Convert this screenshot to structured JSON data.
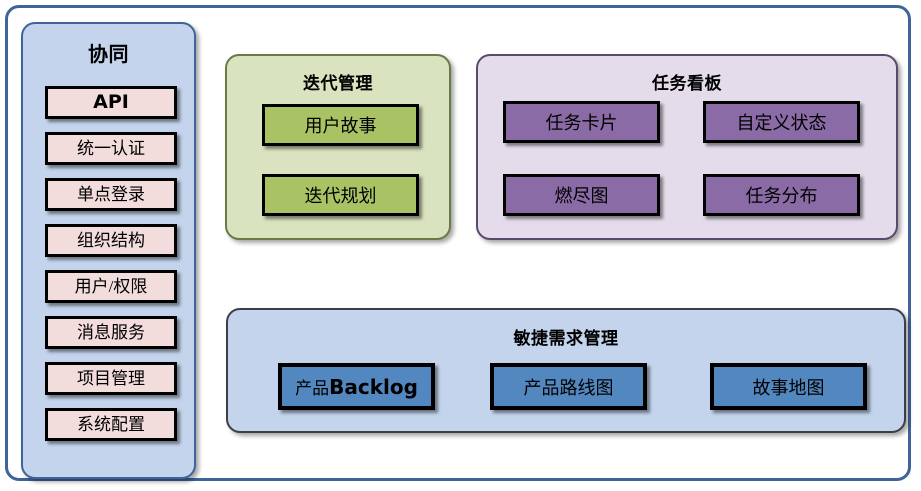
{
  "diagram": {
    "sidebar": {
      "title": "协同",
      "items": [
        {
          "label": "API",
          "bold": true
        },
        {
          "label": "统一认证",
          "bold": false
        },
        {
          "label": "单点登录",
          "bold": false
        },
        {
          "label": "组织结构",
          "bold": false
        },
        {
          "label": "用户/权限",
          "bold": false
        },
        {
          "label": "消息服务",
          "bold": false
        },
        {
          "label": "项目管理",
          "bold": false
        },
        {
          "label": "系统配置",
          "bold": false
        }
      ],
      "panel_color": "#c3d4ec",
      "item_color": "#f2dcdc"
    },
    "iteration": {
      "title": "迭代管理",
      "items": [
        {
          "label": "用户故事"
        },
        {
          "label": "迭代规划"
        }
      ],
      "panel_color": "#d9e3bf",
      "item_color": "#a9c264"
    },
    "taskboard": {
      "title": "任务看板",
      "items": [
        {
          "label": "任务卡片"
        },
        {
          "label": "自定义状态"
        },
        {
          "label": "燃尽图"
        },
        {
          "label": "任务分布"
        }
      ],
      "panel_color": "#e4dceb",
      "item_color": "#8a6ba6"
    },
    "agile": {
      "title": "敏捷需求管理",
      "items": [
        {
          "label": "产品Backlog",
          "prefix": "产品",
          "latin": "Backlog"
        },
        {
          "label": "产品路线图"
        },
        {
          "label": "故事地图"
        }
      ],
      "panel_color": "#c3d4ec",
      "item_color": "#5287c0"
    }
  }
}
